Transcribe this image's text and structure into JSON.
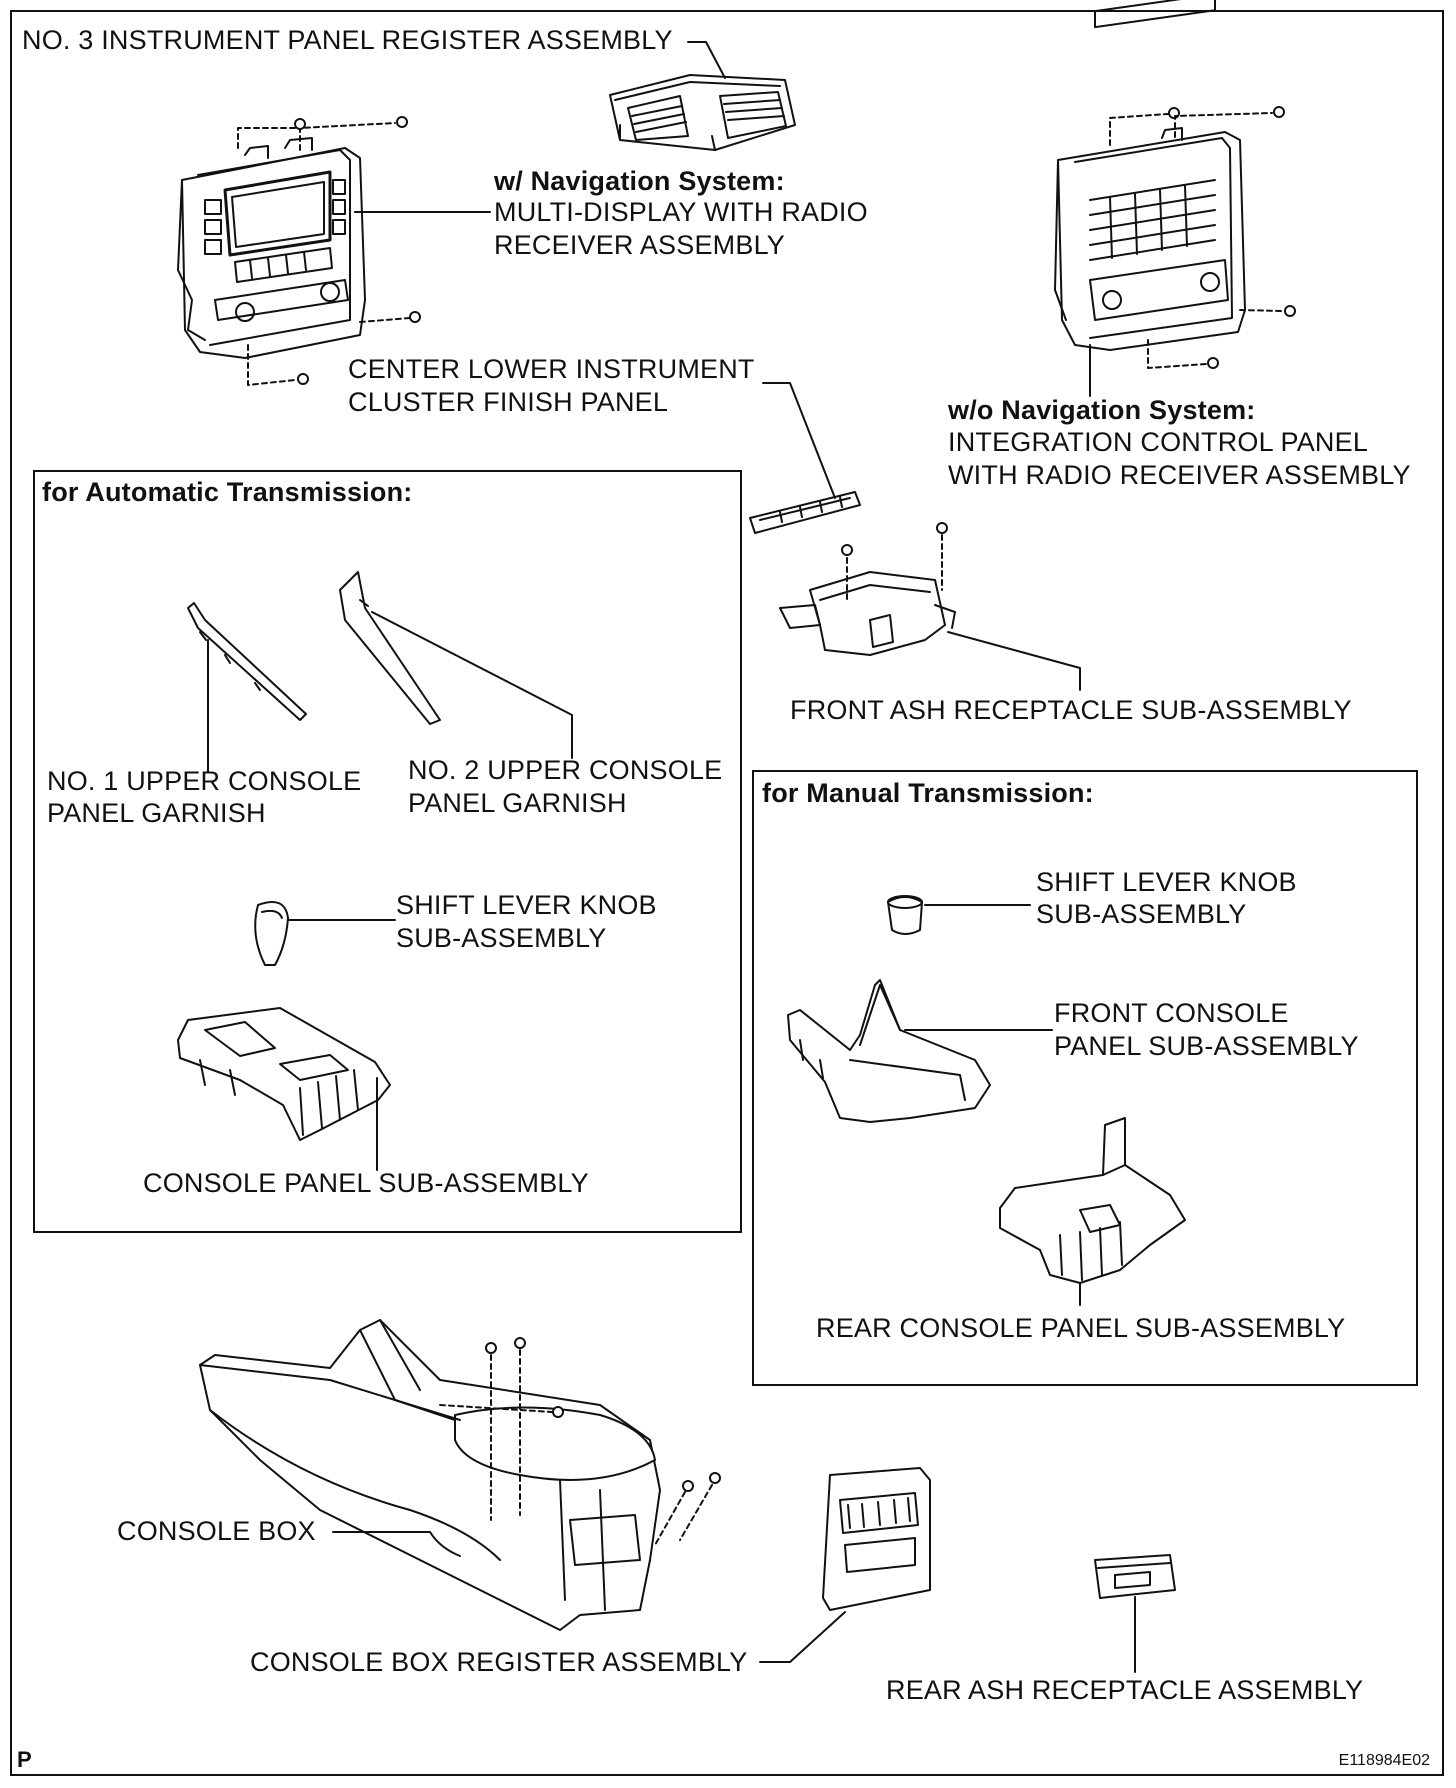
{
  "labels": {
    "no3_register": "NO. 3 INSTRUMENT PANEL REGISTER ASSEMBLY",
    "nav_header": "w/ Navigation System:",
    "nav_line1": "MULTI-DISPLAY WITH RADIO",
    "nav_line2": "RECEIVER ASSEMBLY",
    "center_lower_1": "CENTER LOWER INSTRUMENT",
    "center_lower_2": "CLUSTER FINISH PANEL",
    "wo_nav_header": "w/o Navigation System:",
    "wo_nav_line1": "INTEGRATION CONTROL PANEL",
    "wo_nav_line2": "WITH RADIO RECEIVER ASSEMBLY",
    "front_ash": "FRONT ASH RECEPTACLE SUB-ASSEMBLY",
    "console_box": "CONSOLE BOX",
    "console_box_register": "CONSOLE BOX REGISTER ASSEMBLY",
    "rear_ash": "REAR ASH RECEPTACLE ASSEMBLY",
    "page_letter": "P",
    "figure_code": "E118984E02"
  },
  "automatic_box": {
    "header": "for Automatic  Transmission:",
    "no1_garnish_1": "NO. 1 UPPER CONSOLE",
    "no1_garnish_2": "PANEL GARNISH",
    "no2_garnish_1": "NO. 2 UPPER CONSOLE",
    "no2_garnish_2": "PANEL GARNISH",
    "shift_knob_1": "SHIFT LEVER KNOB",
    "shift_knob_2": "SUB-ASSEMBLY",
    "console_panel": "CONSOLE PANEL SUB-ASSEMBLY"
  },
  "manual_box": {
    "header": "for Manual Transmission:",
    "shift_knob_1": "SHIFT LEVER KNOB",
    "shift_knob_2": "SUB-ASSEMBLY",
    "front_console_1": "FRONT CONSOLE",
    "front_console_2": "PANEL SUB-ASSEMBLY",
    "rear_console": "REAR CONSOLE PANEL SUB-ASSEMBLY"
  }
}
